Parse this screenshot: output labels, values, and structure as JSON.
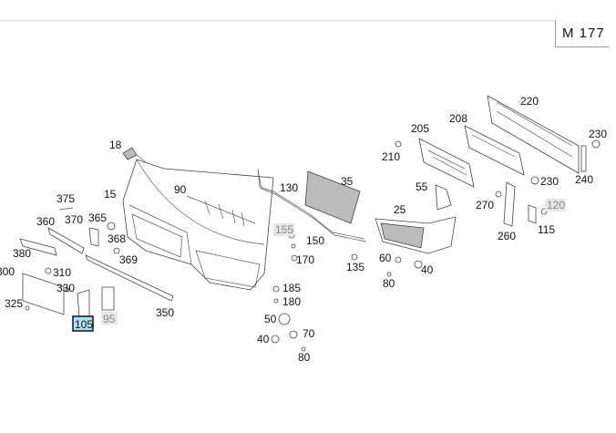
{
  "model_label": "M 177",
  "labels": {
    "p18": "18",
    "p15": "15",
    "p90": "90",
    "p130": "130",
    "p35": "35",
    "p205": "205",
    "p208": "208",
    "p220": "220",
    "p230a": "230",
    "p210": "210",
    "p55": "55",
    "p230b": "230",
    "p240": "240",
    "p270": "270",
    "p120": "120",
    "p25": "25",
    "p260": "260",
    "p115": "115",
    "p375": "375",
    "p360": "360",
    "p370": "370",
    "p365": "365",
    "p368": "368",
    "p380": "380",
    "p369": "369",
    "p300": "300",
    "p310": "310",
    "p330": "330",
    "p325": "325",
    "p105": "105",
    "p95": "95",
    "p350": "350",
    "p155": "155",
    "p150": "150",
    "p170": "170",
    "p135": "135",
    "p60": "60",
    "p40a": "40",
    "p80a": "80",
    "p185": "185",
    "p180": "180",
    "p50": "50",
    "p40b": "40",
    "p70": "70",
    "p80b": "80"
  },
  "colors": {
    "selected_bg": "#aee0f5",
    "unavailable_bg": "#e6e6e6"
  }
}
